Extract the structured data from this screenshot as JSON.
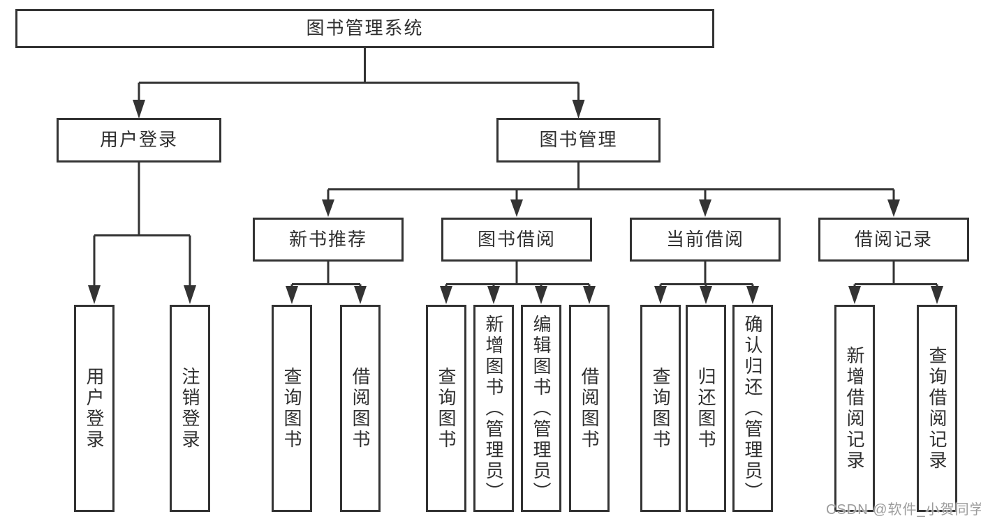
{
  "colors": {
    "line": "#333333",
    "text": "#2f2f2f",
    "background": "#ffffff",
    "watermark": "#9c9c9c"
  },
  "tree": {
    "label": "图书管理系统",
    "children": [
      {
        "label": "用户登录",
        "children": [
          {
            "label": "用户登录"
          },
          {
            "label": "注销登录"
          }
        ]
      },
      {
        "label": "图书管理",
        "children": [
          {
            "label": "新书推荐",
            "children": [
              {
                "label": "查询图书"
              },
              {
                "label": "借阅图书"
              }
            ]
          },
          {
            "label": "图书借阅",
            "children": [
              {
                "label": "查询图书"
              },
              {
                "label": "新增图书（管理员）"
              },
              {
                "label": "编辑图书（管理员）"
              },
              {
                "label": "借阅图书"
              }
            ]
          },
          {
            "label": "当前借阅",
            "children": [
              {
                "label": "查询图书"
              },
              {
                "label": "归还图书"
              },
              {
                "label": "确认归还（管理员）"
              }
            ]
          },
          {
            "label": "借阅记录",
            "children": [
              {
                "label": "新增借阅记录"
              },
              {
                "label": "查询借阅记录"
              }
            ]
          }
        ]
      }
    ]
  },
  "watermark": {
    "text": "CSDN @软件_小贺同学"
  }
}
